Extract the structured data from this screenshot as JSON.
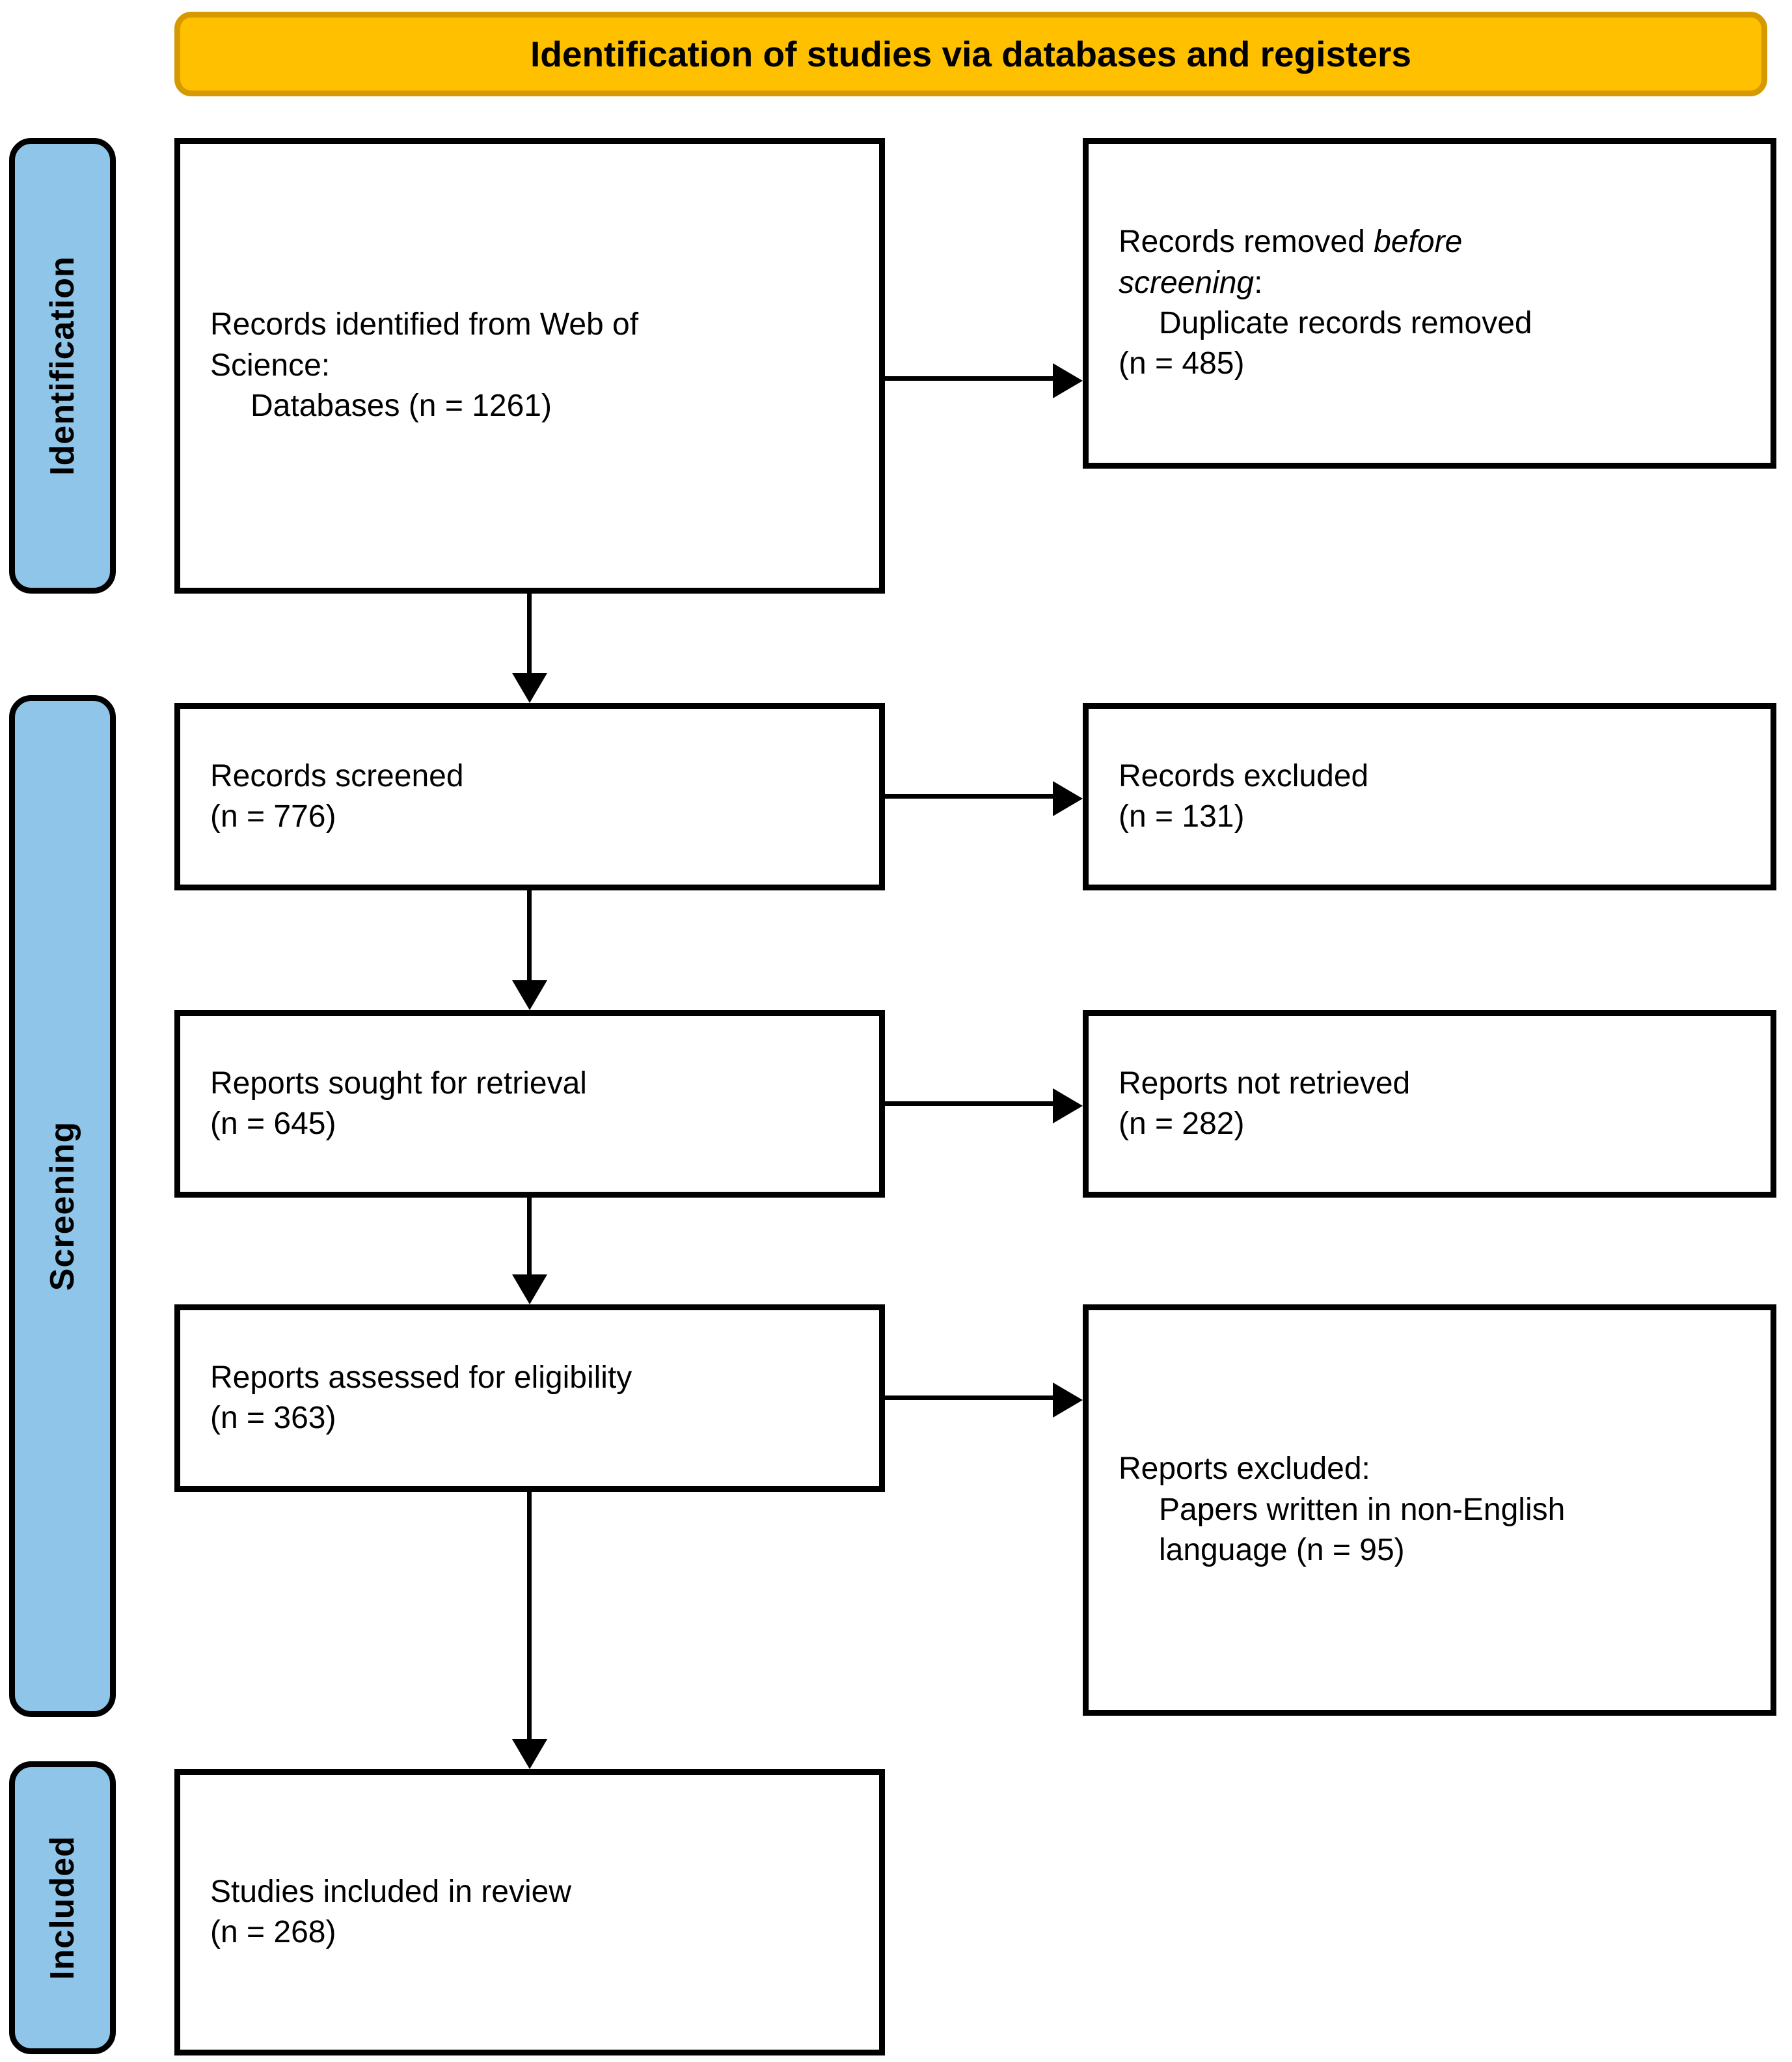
{
  "diagram": {
    "title": "Identification of studies via databases and registers",
    "colors": {
      "banner_fill": "#FFC000",
      "banner_border": "#D69A00",
      "stage_fill": "#8EC5E8",
      "stage_border": "#000000",
      "box_border": "#000000",
      "text": "#000000"
    }
  },
  "stages": {
    "identification": "Identification",
    "screening": "Screening",
    "included": "Included"
  },
  "boxes": {
    "identified": {
      "line1": "Records identified from Web of",
      "line2": "Science:",
      "line3": "Databases (n = 1261)",
      "count": 1261
    },
    "removed": {
      "line1_pre": "Records removed ",
      "line1_ital": "before",
      "line2_ital": "screening",
      "line2_post": ":",
      "line3": "Duplicate records removed",
      "line4": "(n = 485)",
      "count": 485
    },
    "screened": {
      "line1": "Records screened",
      "line2": "(n = 776)",
      "count": 776
    },
    "records_excluded": {
      "line1": "Records excluded",
      "line2": "(n = 131)",
      "count": 131
    },
    "sought": {
      "line1": "Reports sought for retrieval",
      "line2": "(n = 645)",
      "count": 645
    },
    "not_retrieved": {
      "line1": "Reports not retrieved",
      "line2": "(n = 282)",
      "count": 282
    },
    "assessed": {
      "line1": "Reports assessed for eligibility",
      "line2": "(n = 363)",
      "count": 363
    },
    "reports_excluded": {
      "line1": "Reports excluded:",
      "line2": "Papers written in non-English",
      "line3": "language (n = 95)",
      "count": 95
    },
    "included": {
      "line1": "Studies included in review",
      "line2": "(n = 268)",
      "count": 268
    }
  },
  "chart_data": {
    "type": "diagram",
    "title": "Identification of studies via databases and registers",
    "nodes": [
      {
        "id": "identified",
        "stage": "Identification",
        "label": "Records identified from Web of Science: Databases",
        "n": 1261
      },
      {
        "id": "removed",
        "stage": "Identification",
        "label": "Records removed before screening: Duplicate records removed",
        "n": 485
      },
      {
        "id": "screened",
        "stage": "Screening",
        "label": "Records screened",
        "n": 776
      },
      {
        "id": "records_excluded",
        "stage": "Screening",
        "label": "Records excluded",
        "n": 131
      },
      {
        "id": "sought",
        "stage": "Screening",
        "label": "Reports sought for retrieval",
        "n": 645
      },
      {
        "id": "not_retrieved",
        "stage": "Screening",
        "label": "Reports not retrieved",
        "n": 282
      },
      {
        "id": "assessed",
        "stage": "Screening",
        "label": "Reports assessed for eligibility",
        "n": 363
      },
      {
        "id": "reports_excluded",
        "stage": "Screening",
        "label": "Reports excluded: Papers written in non-English language",
        "n": 95
      },
      {
        "id": "included",
        "stage": "Included",
        "label": "Studies included in review",
        "n": 268
      }
    ],
    "edges": [
      {
        "from": "identified",
        "to": "removed",
        "direction": "right"
      },
      {
        "from": "identified",
        "to": "screened",
        "direction": "down"
      },
      {
        "from": "screened",
        "to": "records_excluded",
        "direction": "right"
      },
      {
        "from": "screened",
        "to": "sought",
        "direction": "down"
      },
      {
        "from": "sought",
        "to": "not_retrieved",
        "direction": "right"
      },
      {
        "from": "sought",
        "to": "assessed",
        "direction": "down"
      },
      {
        "from": "assessed",
        "to": "reports_excluded",
        "direction": "right"
      },
      {
        "from": "assessed",
        "to": "included",
        "direction": "down"
      }
    ]
  }
}
